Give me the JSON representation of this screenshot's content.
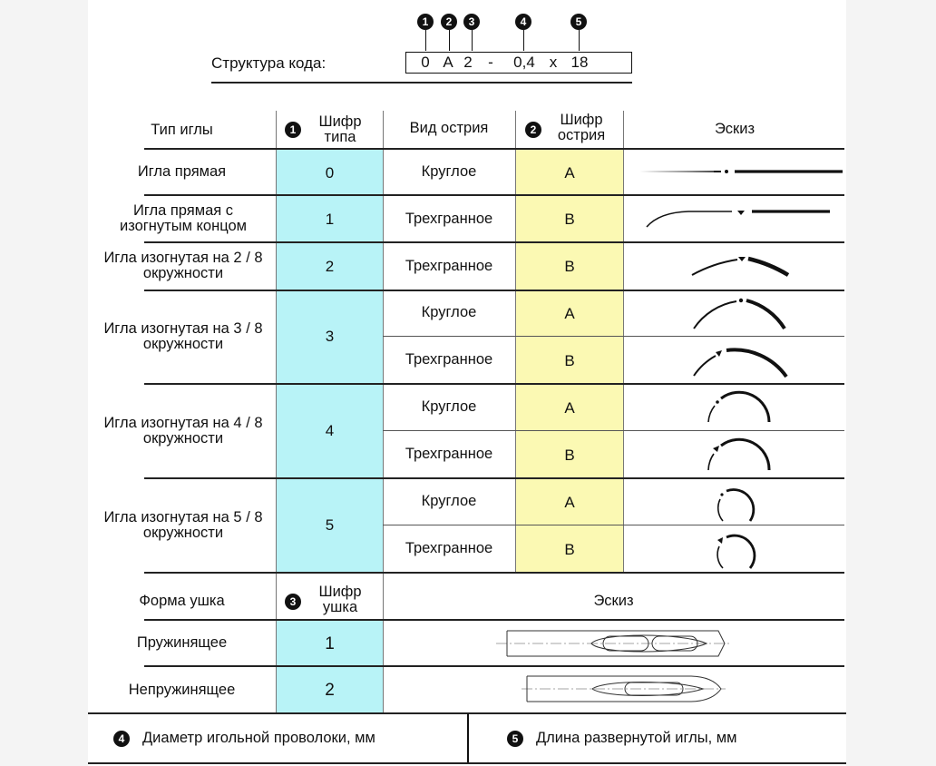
{
  "code": {
    "label": "Структура кода:",
    "chars": [
      "0",
      "A",
      "2",
      "-",
      "0,4",
      "x",
      "18"
    ],
    "markers": [
      "1",
      "2",
      "3",
      "4",
      "5"
    ]
  },
  "needle_table": {
    "headers": {
      "type": "Тип иглы",
      "type_code": "Шифр типа",
      "point": "Вид острия",
      "point_code": "Шифр острия",
      "sketch": "Эскиз"
    },
    "rows": [
      {
        "type": "Игла прямая",
        "type_code": "0",
        "points": [
          {
            "point": "Круглое",
            "code": "A"
          }
        ]
      },
      {
        "type": "Игла прямая с изогнутым концом",
        "type_code": "1",
        "points": [
          {
            "point": "Трехгранное",
            "code": "B"
          }
        ]
      },
      {
        "type": "Игла изогнутая на 2 / 8 окружности",
        "type_code": "2",
        "points": [
          {
            "point": "Трехгранное",
            "code": "B"
          }
        ]
      },
      {
        "type": "Игла изогнутая на 3 / 8 окружности",
        "type_code": "3",
        "points": [
          {
            "point": "Круглое",
            "code": "A"
          },
          {
            "point": "Трехгранное",
            "code": "B"
          }
        ]
      },
      {
        "type": "Игла изогнутая на 4 / 8 окружности",
        "type_code": "4",
        "points": [
          {
            "point": "Круглое",
            "code": "A"
          },
          {
            "point": "Трехгранное",
            "code": "B"
          }
        ]
      },
      {
        "type": "Игла изогнутая на 5 / 8 окружности",
        "type_code": "5",
        "points": [
          {
            "point": "Круглое",
            "code": "A"
          },
          {
            "point": "Трехгранное",
            "code": "B"
          }
        ]
      }
    ]
  },
  "eye_table": {
    "headers": {
      "form": "Форма ушка",
      "code": "Шифр ушка",
      "sketch": "Эскиз"
    },
    "rows": [
      {
        "form": "Пружинящее",
        "code": "1"
      },
      {
        "form": "Непружинящее",
        "code": "2"
      }
    ]
  },
  "footer": {
    "diameter": "Диаметр игольной проволоки, мм",
    "length": "Длина развернутой иглы, мм"
  }
}
